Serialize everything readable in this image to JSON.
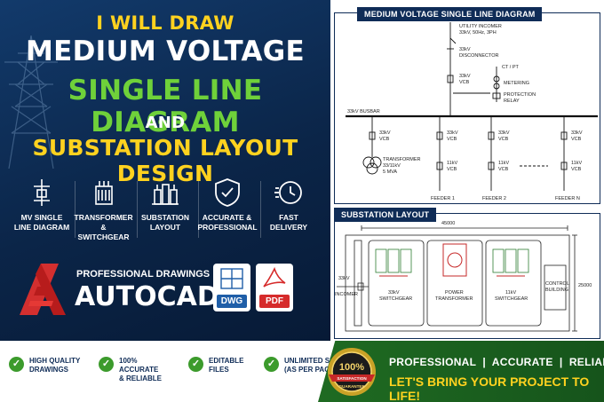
{
  "left": {
    "line1": "I WILL DRAW",
    "line2": "MEDIUM VOLTAGE",
    "line3": "SINGLE LINE DIAGRAM",
    "line4": "AND",
    "line5": "SUBSTATION LAYOUT DESIGN",
    "features": [
      {
        "label1": "MV SINGLE",
        "label2": "LINE DIAGRAM",
        "icon": "single-line-icon"
      },
      {
        "label1": "TRANSFORMER &",
        "label2": "SWITCHGEAR",
        "icon": "transformer-icon"
      },
      {
        "label1": "SUBSTATION",
        "label2": "LAYOUT",
        "icon": "substation-icon"
      },
      {
        "label1": "ACCURATE &",
        "label2": "PROFESSIONAL",
        "icon": "shield-check-icon"
      },
      {
        "label1": "FAST",
        "label2": "DELIVERY",
        "icon": "clock-icon"
      }
    ],
    "professional": "PROFESSIONAL DRAWINGS IN",
    "autocad": "AUTOCAD",
    "file1": "DWG",
    "file2": "PDF"
  },
  "right": {
    "sld_title": "MEDIUM VOLTAGE SINGLE LINE DIAGRAM",
    "utility": "UTILITY INCOMER",
    "utility_spec": "33kV, 50Hz, 3PH",
    "disconnector": "33kV",
    "disconnector2": "DISCONNECTOR",
    "vcb": "33kV",
    "vcb2": "VCB",
    "ct": "CT / PT",
    "metering": "METERING",
    "protection": "PROTECTION",
    "relay": "RELAY",
    "busbar": "33kV BUSBAR",
    "transformer": "TRANSFORMER",
    "transformer_spec": "33/11kV",
    "transformer_mva": "5 MVA",
    "kv11": "11kV",
    "feeder1": "FEEDER 1",
    "feeder2": "FEEDER 2",
    "feederN": "FEEDER N",
    "sub_title": "SUBSTATION LAYOUT",
    "dim_w": "45000",
    "dim_h": "25000",
    "incomer": "33kV",
    "incomer2": "INCOMER",
    "sg33": "33kV",
    "sg33b": "SWITCHGEAR",
    "power": "POWER",
    "power2": "TRANSFORMER",
    "sg11": "11kV",
    "sg11b": "SWITCHGEAR",
    "control": "CONTROL",
    "control2": "BUILDING"
  },
  "bottom": {
    "checks": [
      {
        "l1": "HIGH QUALITY",
        "l2": "DRAWINGS"
      },
      {
        "l1": "100% ACCURATE",
        "l2": "& RELIABLE"
      },
      {
        "l1": "EDITABLE",
        "l2": "FILES"
      },
      {
        "l1": "UNLIMITED SUPPORT",
        "l2": "(AS PER PACKAGE)"
      }
    ],
    "seal_pct": "100%",
    "seal_text": "SATISFACTION",
    "seal_text2": "GUARANTEE",
    "tagline": "PROFESSIONAL  |  ACCURATE  |  RELIABLE",
    "cta": "LET'S BRING YOUR PROJECT TO LIFE!"
  },
  "colors": {
    "navy": "#0f2c57",
    "yellow": "#ffd21f",
    "green": "#6fd13a",
    "cta_green": "#1f6b22",
    "autocad_red": "#d32f2f"
  }
}
